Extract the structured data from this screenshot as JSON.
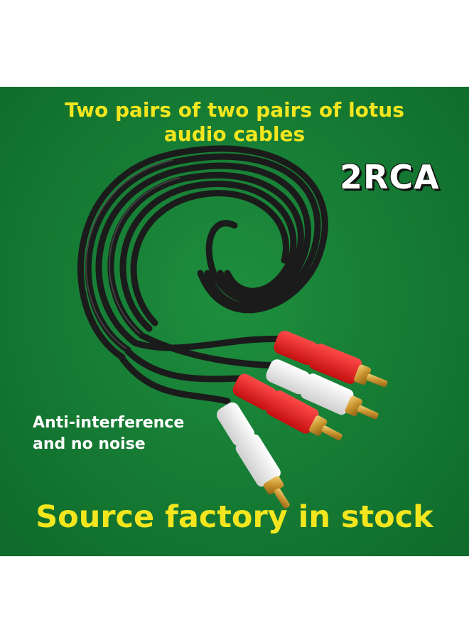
{
  "banner": {
    "headline_line1": "Two pairs of two pairs of lotus",
    "headline_line2": "audio cables",
    "badge": "2RCA",
    "feature_line1": "Anti-interference",
    "feature_line2": "and no noise",
    "footer": "Source factory in stock"
  },
  "colors": {
    "background": "#157a33",
    "headline": "#f4e61e",
    "cable": "#1b1b1b",
    "plug_red": "#e11b1b",
    "plug_white": "#f2f2f2",
    "connector_gold": "#d4a53a"
  }
}
